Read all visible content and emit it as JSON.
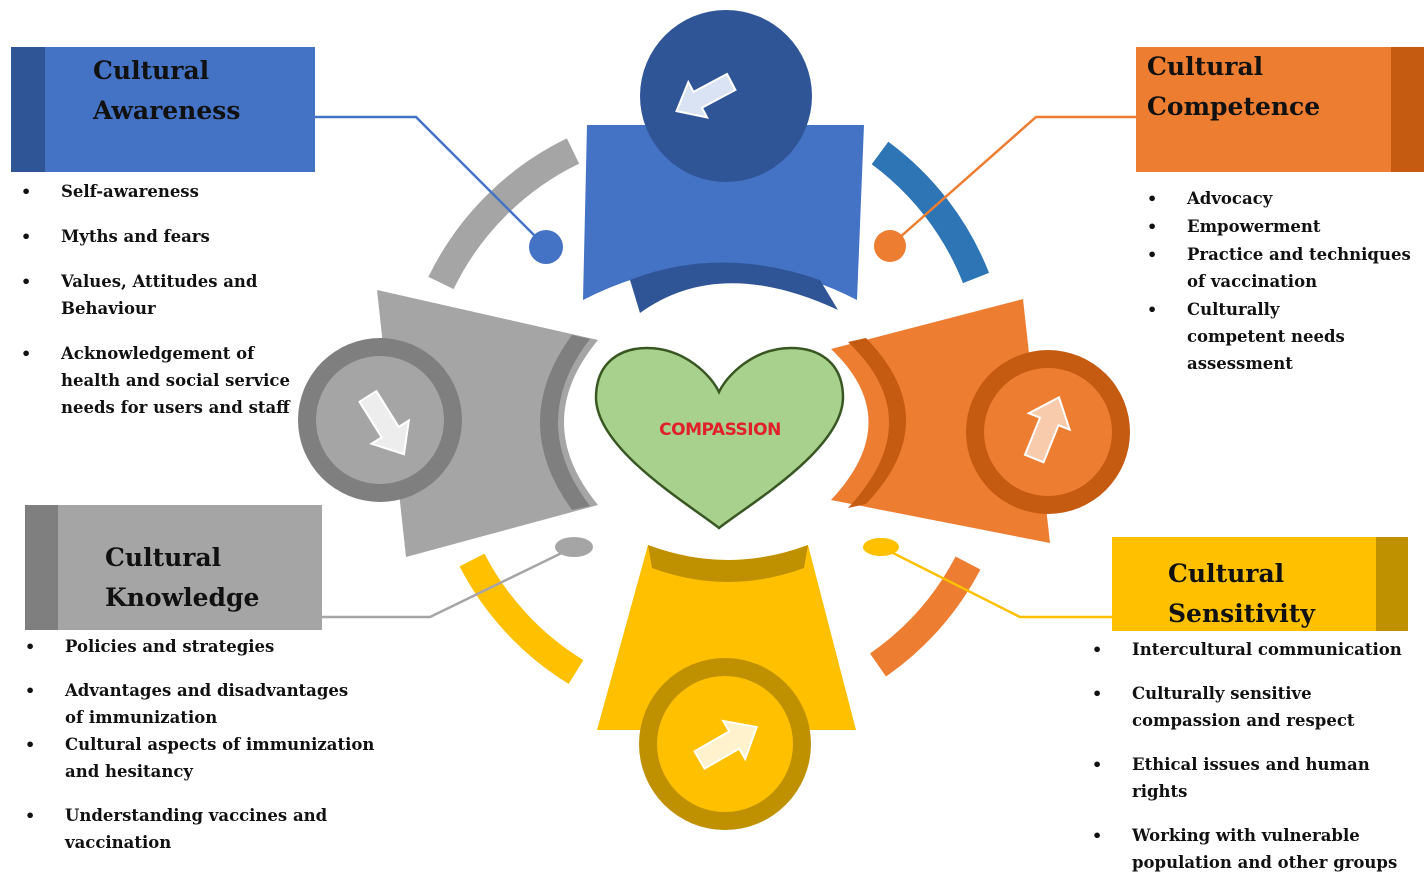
{
  "center": {
    "label": "COMPASSION"
  },
  "colors": {
    "awareness": "#4472c4",
    "awareness_dark": "#2f5597",
    "competence": "#ed7d31",
    "competence_dark": "#c55a11",
    "knowledge": "#a5a5a5",
    "knowledge_dark": "#7f7f7f",
    "sensitivity": "#ffc000",
    "sensitivity_dark": "#bf9000",
    "heart": "#a9d18e",
    "heart_border": "#385723",
    "center_text": "#e0202a"
  },
  "icons": [
    "arrow-icon-awareness",
    "arrow-icon-competence",
    "arrow-icon-knowledge",
    "arrow-icon-sensitivity",
    "heart-icon"
  ],
  "sections": {
    "awareness": {
      "title": "Cultural\nAwareness",
      "items": [
        "Self-awareness",
        "Myths and fears",
        "Values, Attitudes and Behaviour",
        "Acknowledgement of health and social service needs for users and staff"
      ]
    },
    "competence": {
      "title": "Cultural\nCompetence",
      "items": [
        "Advocacy",
        "Empowerment",
        "Practice and techniques of vaccination",
        "Culturally competent needs assessment"
      ]
    },
    "knowledge": {
      "title": "Cultural\nKnowledge",
      "items": [
        "Policies and strategies",
        "Advantages and disadvantages of immunization",
        "Cultural aspects of immunization and hesitancy",
        "Understanding vaccines and vaccination"
      ]
    },
    "sensitivity": {
      "title": "Cultural\nSensitivity",
      "items": [
        "Intercultural communication",
        "Culturally sensitive compassion and respect",
        "Ethical issues and human rights",
        "Working with vulnerable population and other groups"
      ]
    }
  }
}
